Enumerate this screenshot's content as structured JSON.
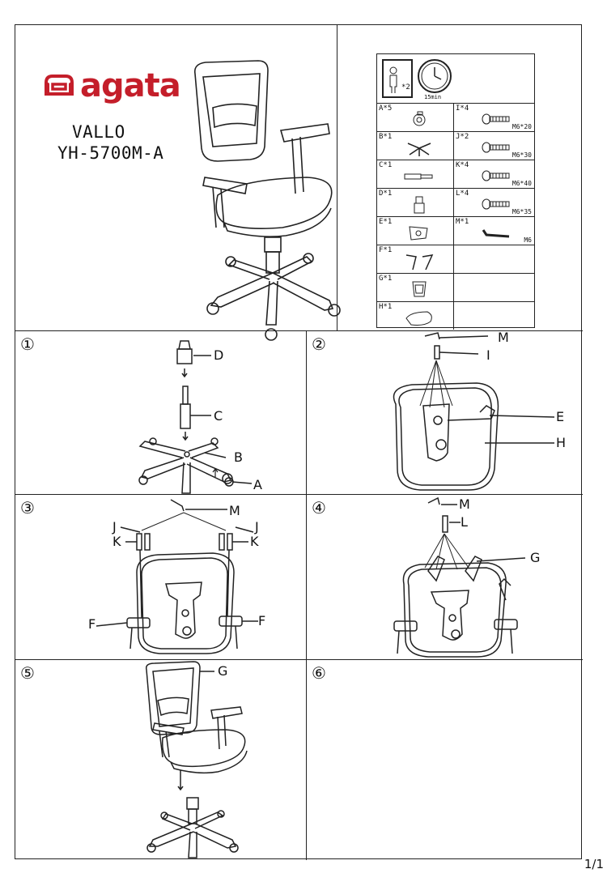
{
  "brand": {
    "name": "agata",
    "color": "#c41e2a"
  },
  "model": {
    "line1": "VALLO",
    "line2": "YH-5700M-A"
  },
  "requirements": {
    "persons": "*2",
    "time": "15min"
  },
  "parts": [
    {
      "label": "A*5",
      "icon": "caster-icon"
    },
    {
      "label": "I*4",
      "size": "M6*20",
      "icon": "bolt-icon"
    },
    {
      "label": "B*1",
      "icon": "star-base-icon"
    },
    {
      "label": "J*2",
      "size": "M6*30",
      "icon": "bolt-icon"
    },
    {
      "label": "C*1",
      "icon": "gas-lift-icon"
    },
    {
      "label": "K*4",
      "size": "M6*40",
      "icon": "bolt-icon"
    },
    {
      "label": "D*1",
      "icon": "gas-cover-icon"
    },
    {
      "label": "L*4",
      "size": "M6*35",
      "icon": "bolt-icon"
    },
    {
      "label": "E*1",
      "icon": "mechanism-icon"
    },
    {
      "label": "M*1",
      "size": "M6",
      "icon": "allen-key-icon"
    },
    {
      "label": "F*1",
      "icon": "armrests-icon"
    },
    {
      "label": "G*1",
      "icon": "backrest-icon"
    },
    {
      "label": "H*1",
      "icon": "seat-icon"
    }
  ],
  "steps": [
    {
      "num": "①",
      "callouts": [
        "D",
        "C",
        "B",
        "A"
      ]
    },
    {
      "num": "②",
      "callouts": [
        "M",
        "I",
        "E",
        "H"
      ]
    },
    {
      "num": "③",
      "callouts": [
        "M",
        "J",
        "J",
        "K",
        "K",
        "F",
        "F"
      ]
    },
    {
      "num": "④",
      "callouts": [
        "M",
        "L",
        "G"
      ]
    },
    {
      "num": "⑤",
      "callouts": [
        "G"
      ]
    },
    {
      "num": "⑥"
    }
  ],
  "page": "1/1"
}
